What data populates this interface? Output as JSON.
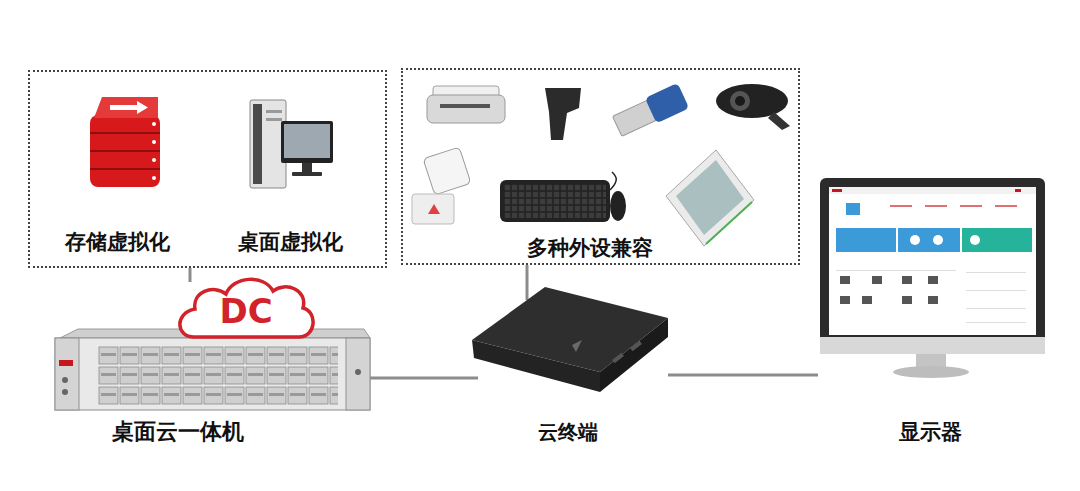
{
  "diagram": {
    "nodes": [
      {
        "text": [
          "存储虚拟化",
          "桌面虚拟化"
        ]
      },
      {
        "text": [
          "多种外设兼容"
        ]
      },
      {
        "text": [
          "DC"
        ]
      },
      {
        "text": [
          "桌面云一体机"
        ]
      },
      {
        "text": [
          "云终端"
        ]
      },
      {
        "text": [
          "显示器"
        ]
      }
    ],
    "edges": [
      {
        "from": 0,
        "to": 2,
        "arrow": "none"
      },
      {
        "from": 1,
        "to": 4,
        "arrow": "none"
      },
      {
        "from": 3,
        "to": 4,
        "arrow": "none"
      },
      {
        "from": 4,
        "to": 5,
        "arrow": "none"
      }
    ]
  }
}
